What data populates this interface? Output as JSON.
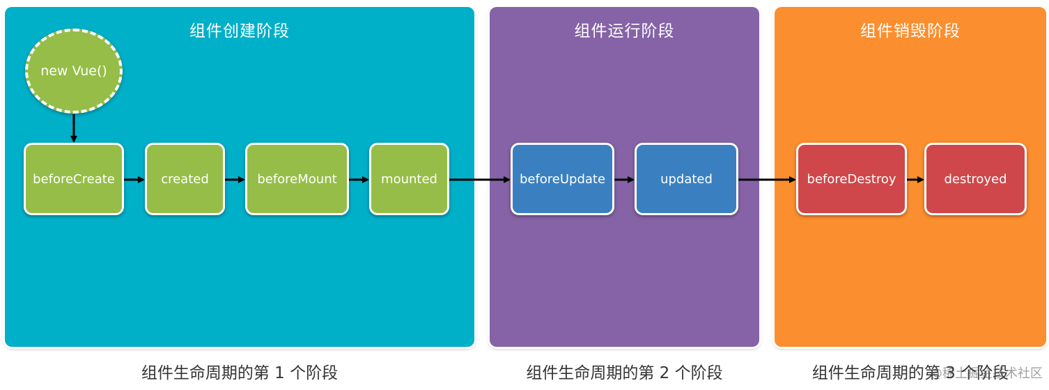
{
  "colors": {
    "creation_panel": "#00afc8",
    "running_panel": "#8563a6",
    "destroy_panel": "#fb8e2e",
    "creation_node": "#96bd48",
    "running_node": "#3a80c0",
    "destroy_node": "#cf474a",
    "arrow": "#000000"
  },
  "phases": {
    "creation": {
      "title": "组件创建阶段",
      "caption": "组件生命周期的第 1 个阶段",
      "start_node": "new Vue()",
      "hooks": [
        "beforeCreate",
        "created",
        "beforeMount",
        "mounted"
      ]
    },
    "running": {
      "title": "组件运行阶段",
      "caption": "组件生命周期的第 2 个阶段",
      "hooks": [
        "beforeUpdate",
        "updated"
      ]
    },
    "destroy": {
      "title": "组件销毁阶段",
      "caption": "组件生命周期的第 3 个阶段",
      "hooks": [
        "beforeDestroy",
        "destroyed"
      ]
    }
  },
  "watermark": "@稀土掘金技术社区"
}
